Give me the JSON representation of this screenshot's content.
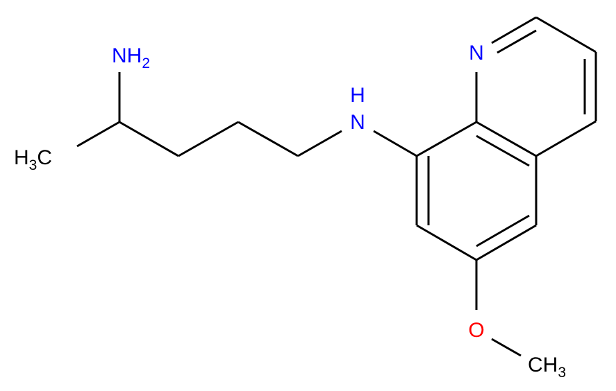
{
  "molecule": {
    "colors": {
      "bond": "#000000",
      "nitrogen": "#0000ff",
      "oxygen": "#ff0000",
      "carbon": "#000000"
    },
    "labels": {
      "amine_n": "N",
      "amine_h": "H",
      "amine_h_count": "2",
      "methyl_h": "H",
      "methyl_h_count": "3",
      "methyl_c": "C",
      "linker_n": "N",
      "linker_h": "H",
      "ring_n": "N",
      "oxygen": "O",
      "methoxy_c": "C",
      "methoxy_h": "H",
      "methoxy_h_count": "3"
    }
  }
}
